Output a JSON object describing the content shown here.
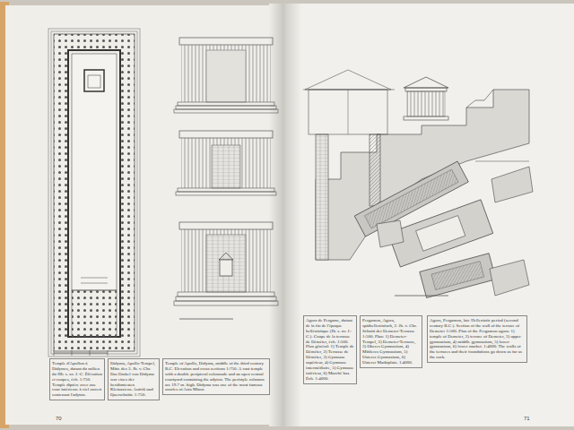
{
  "diagram": {
    "nodes": [
      {
        "text": [
          "Temple d'Apollon à Didymes, datant du milieu du IIIe s. av. J.-C. Élévation et coupes, éch. 1:750. Temple diptère avec une cour intérieure à ciel ouvert contenant l'adyton."
        ]
      },
      {
        "text": [
          "Didyma, Apollo-Tempel, Mitte des 3. Jh. v. Chr. Das Orakel von Didyma war eines der berühmtesten Kleinasiens. Aufriß und Querschnitte 1:750."
        ]
      },
      {
        "text": [
          "Temple of Apollo, Didyma, middle of the third century B.C. Elevation and cross sections 1:750. A vast temple with a double peripteral colonnade and an open central courtyard containing the adyton. The peristyle columns are 19.7 m. high. Didyma was one of the most famous oracles of Asia Minor."
        ]
      },
      {
        "text": [
          "Agora de Pergame, datant de la fin de l'époque hellénistique (IIe s. av. J.-C.). Coupe de la terrasse de Déméter, éch. 1:500. Plan général: 1) Temple de Déméter, 2) Terrasse de Déméter, 3) Gymnase supérieur, 4) Gymnase intermédiaire, 5) Gymnase inférieur, 6) Marché bas. Éch. 1:4000."
        ]
      },
      {
        "text": [
          "Pergamon, Agora, späthellenistisch, 2. Jh. v. Chr. Schnitt der Demeter-Terrasse 1:500. Plan: 1) Demeter-Tempel, 2) Demeter-Terrasse, 3) Oberes Gymnasium, 4) Mittleres Gymnasium, 5) Unteres Gymnasium, 6) Unterer Marktplatz. 1:4000."
        ]
      },
      {
        "text": [
          "Agora, Pergamon, late Hellenistic period (second century B.C.). Section of the wall of the terrace of Demeter 1:500. Plan of the Pergamon agora: 1) temple of Demeter, 2) terrace of Demeter, 3) upper gymnasium, 4) middle gymnasium, 5) lower gymnasium, 6) lower market. 1:4000. The walls of the terraces and their foundations go down as far as the rock."
        ]
      }
    ],
    "labels": [
      "70",
      "71"
    ]
  }
}
